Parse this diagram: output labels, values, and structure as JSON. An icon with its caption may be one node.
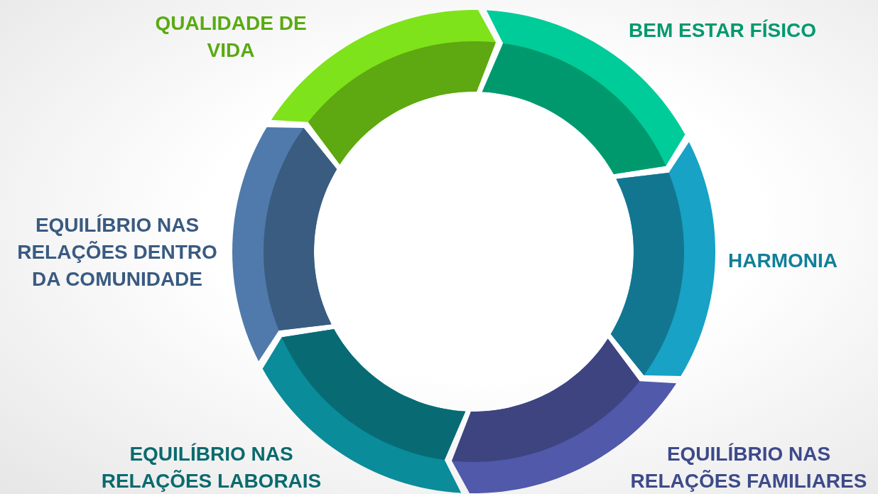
{
  "diagram": {
    "nodes": [
      {
        "text": [
          "QUALIDADE DE VIDA"
        ]
      },
      {
        "text": [
          "BEM ESTAR FÍSICO"
        ]
      },
      {
        "text": [
          "HARMONIA"
        ]
      },
      {
        "text": [
          "EQUILÍBRIO NAS RELAÇÕES FAMILIARES"
        ]
      },
      {
        "text": [
          "EQUILÍBRIO NAS RELAÇÕES LABORAIS"
        ]
      },
      {
        "text": [
          "EQUILÍBRIO NAS RELAÇÕES DENTRO DA COMUNIDADE"
        ]
      }
    ]
  }
}
